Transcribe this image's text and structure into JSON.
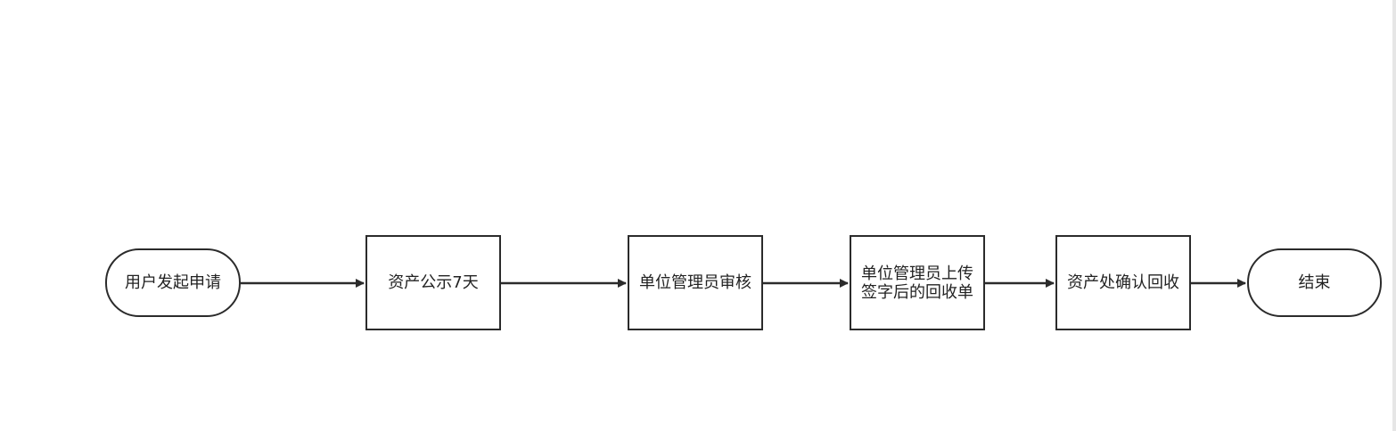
{
  "diagram": {
    "type": "flowchart",
    "direction": "left-to-right",
    "colors": {
      "stroke": "#2b2b2b",
      "text": "#222222",
      "background": "#ffffff"
    },
    "nodes": [
      {
        "id": "start",
        "shape": "terminal",
        "label": "用户发起申请"
      },
      {
        "id": "publicity",
        "shape": "process",
        "label": "资产公示7天"
      },
      {
        "id": "unit-review",
        "shape": "process",
        "label": "单位管理员审核"
      },
      {
        "id": "upload-signed",
        "shape": "process",
        "label": "单位管理员上传签字后的回收单"
      },
      {
        "id": "asset-confirm",
        "shape": "process",
        "label": "资产处确认回收"
      },
      {
        "id": "end",
        "shape": "terminal",
        "label": "结束"
      }
    ],
    "edges": [
      {
        "from": "start",
        "to": "publicity"
      },
      {
        "from": "publicity",
        "to": "unit-review"
      },
      {
        "from": "unit-review",
        "to": "upload-signed"
      },
      {
        "from": "upload-signed",
        "to": "asset-confirm"
      },
      {
        "from": "asset-confirm",
        "to": "end"
      }
    ]
  }
}
